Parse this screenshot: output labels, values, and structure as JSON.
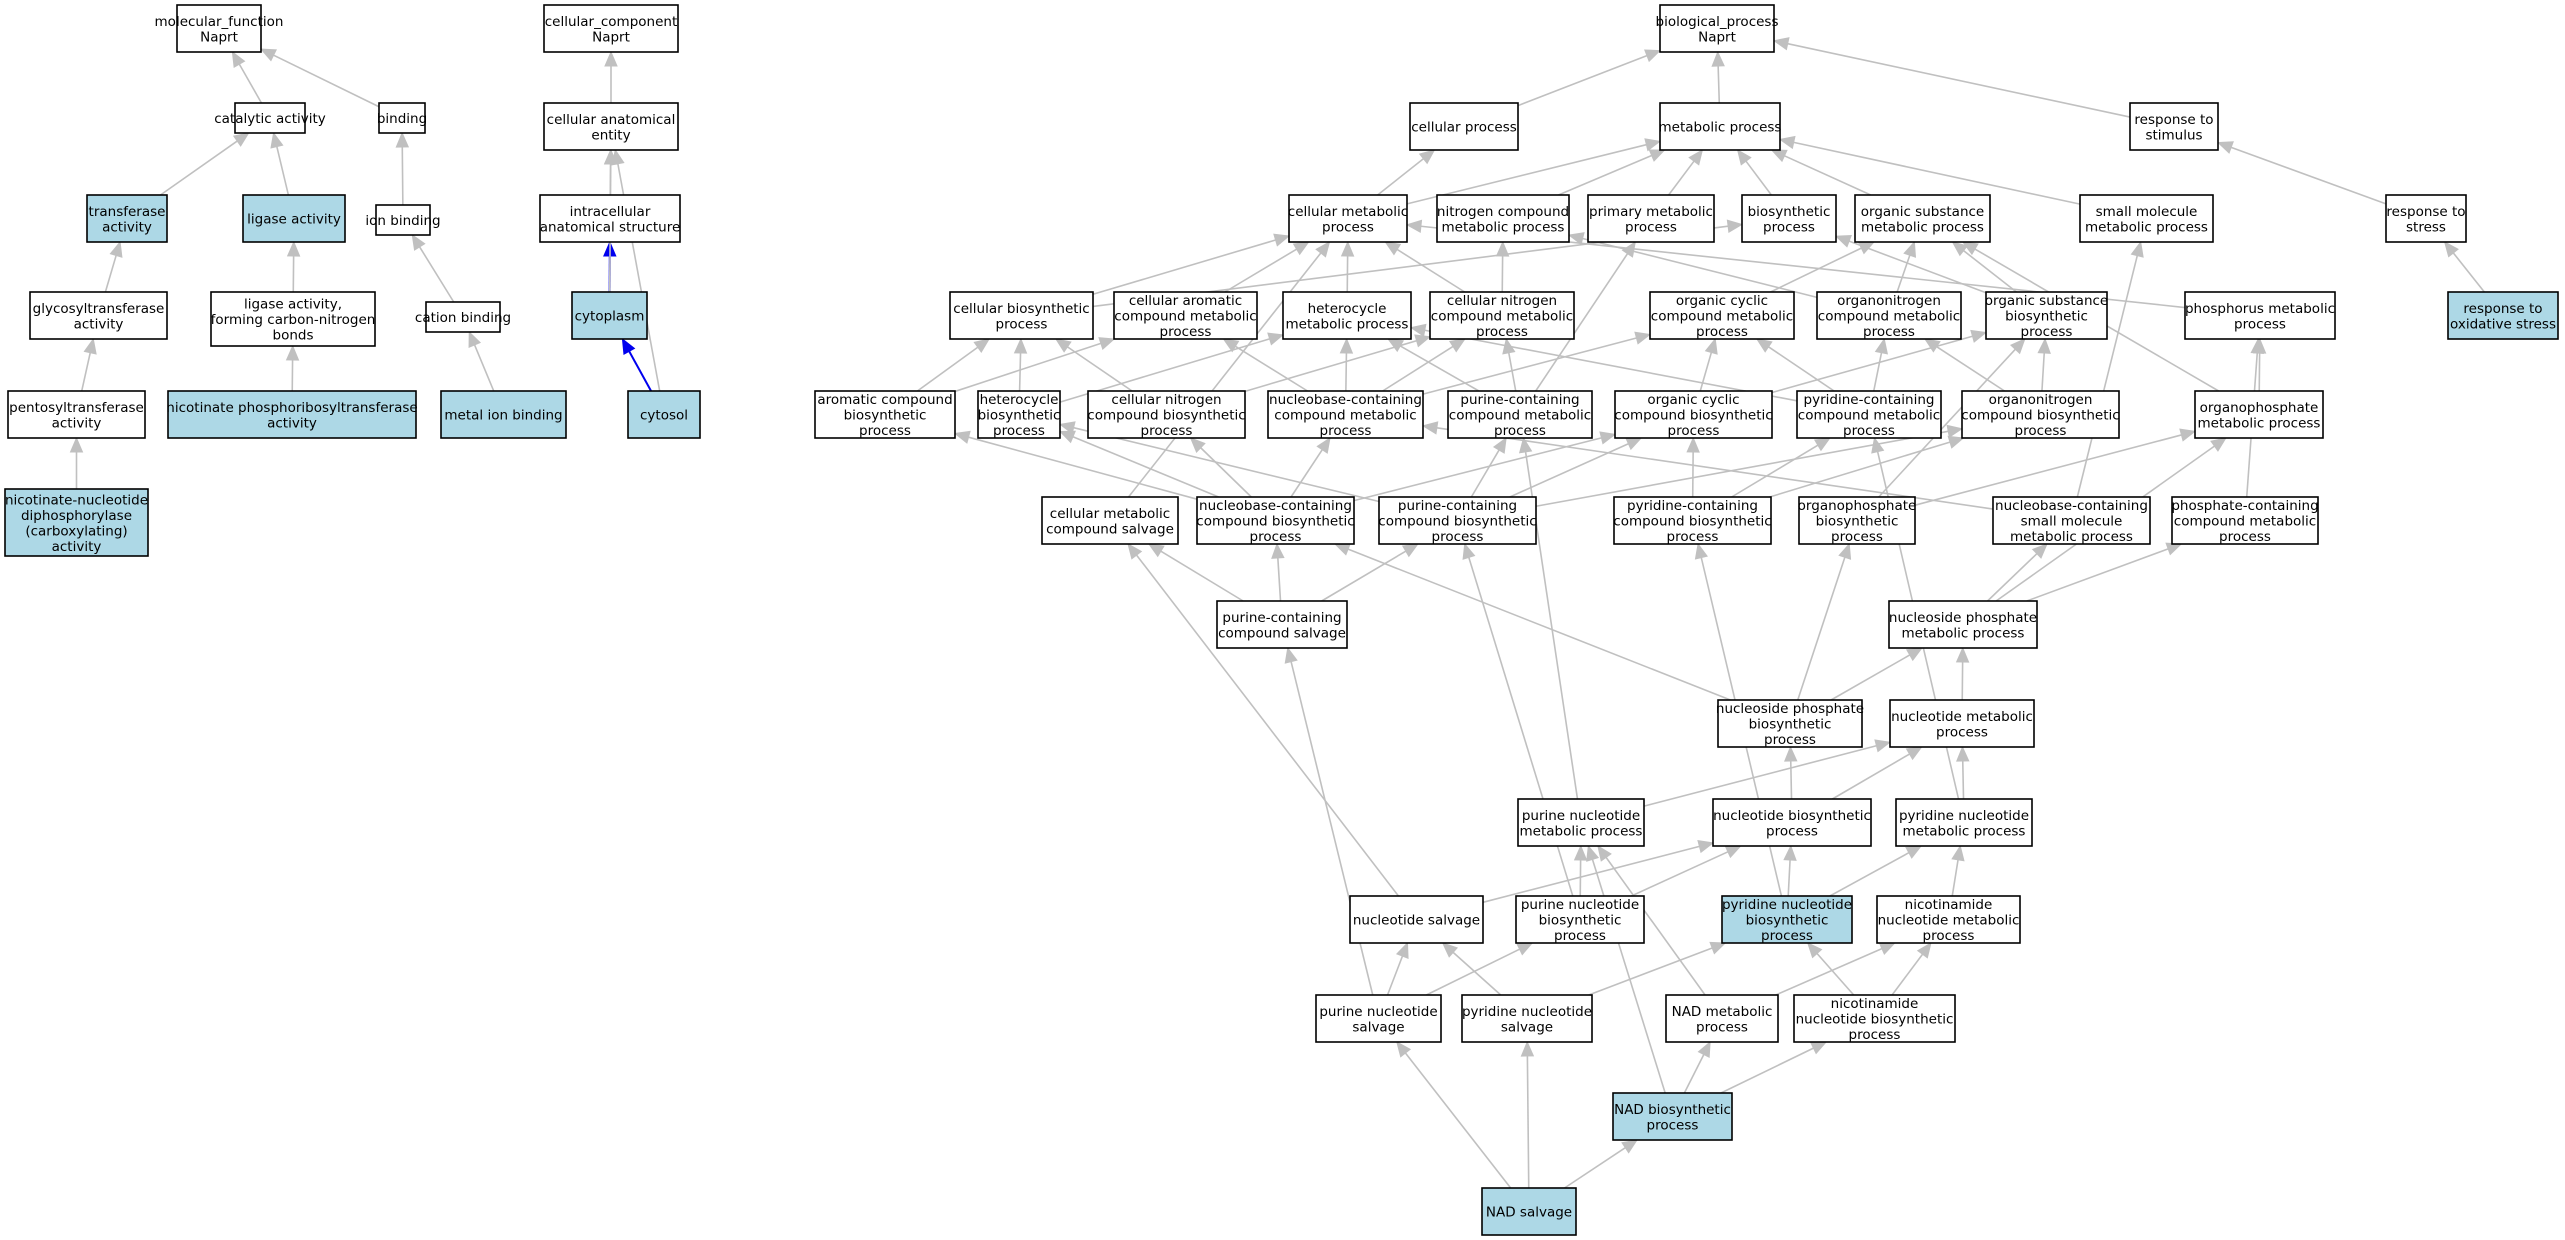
{
  "colors": {
    "highlight": "#add8e6",
    "normal": "#ffffff",
    "edge": "#c0c0c0",
    "part_of_edge": "#0000ee"
  },
  "nodes": {
    "mf_root": [
      "molecular_function",
      "Naprt"
    ],
    "catalytic": [
      "catalytic activity"
    ],
    "binding": [
      "binding"
    ],
    "transferase": [
      "transferase",
      "activity"
    ],
    "ligase": [
      "ligase activity"
    ],
    "ion_binding": [
      "ion binding"
    ],
    "glycosyl": [
      "glycosyltransferase",
      "activity"
    ],
    "ligase_cn": [
      "ligase activity,",
      "forming carbon-nitrogen",
      "bonds"
    ],
    "cation_binding": [
      "cation binding"
    ],
    "pentosyl": [
      "pentosyltransferase",
      "activity"
    ],
    "naprt_activity": [
      "nicotinate phosphoribosyltransferase",
      "activity"
    ],
    "metal_ion": [
      "metal ion binding"
    ],
    "nndp": [
      "nicotinate-nucleotide",
      "diphosphorylase",
      "(carboxylating)",
      "activity"
    ],
    "cc_root": [
      "cellular_component",
      "Naprt"
    ],
    "cell_anat": [
      "cellular anatomical",
      "entity"
    ],
    "intracell": [
      "intracellular",
      "anatomical structure"
    ],
    "cytoplasm": [
      "cytoplasm"
    ],
    "cytosol": [
      "cytosol"
    ],
    "bp_root": [
      "biological_process",
      "Naprt"
    ],
    "cellular_process": [
      "cellular process"
    ],
    "metabolic_process": [
      "metabolic process"
    ],
    "resp_stim": [
      "response to",
      "stimulus"
    ],
    "cell_met": [
      "cellular metabolic",
      "process"
    ],
    "nitrogen_cmp": [
      "nitrogen compound",
      "metabolic process"
    ],
    "primary_met": [
      "primary metabolic",
      "process"
    ],
    "biosynth": [
      "biosynthetic",
      "process"
    ],
    "org_sub_met": [
      "organic substance",
      "metabolic process"
    ],
    "small_mol": [
      "small molecule",
      "metabolic process"
    ],
    "resp_stress": [
      "response to",
      "stress"
    ],
    "cell_biosyn": [
      "cellular biosynthetic",
      "process"
    ],
    "cell_arom": [
      "cellular aromatic",
      "compound metabolic",
      "process"
    ],
    "hetero_met": [
      "heterocycle",
      "metabolic process"
    ],
    "cell_nitro": [
      "cellular nitrogen",
      "compound metabolic",
      "process"
    ],
    "org_cyc_met": [
      "organic cyclic",
      "compound metabolic",
      "process"
    ],
    "organonitro_met": [
      "organonitrogen",
      "compound metabolic",
      "process"
    ],
    "org_sub_bio": [
      "organic substance",
      "biosynthetic",
      "process"
    ],
    "phosph_met": [
      "phosphorus metabolic",
      "process"
    ],
    "resp_oxid": [
      "response to",
      "oxidative stress"
    ],
    "arom_bio": [
      "aromatic compound",
      "biosynthetic",
      "process"
    ],
    "hetero_bio": [
      "heterocycle",
      "biosynthetic",
      "process"
    ],
    "cell_nitro_bio": [
      "cellular nitrogen",
      "compound biosynthetic",
      "process"
    ],
    "nucleobase_met": [
      "nucleobase-containing",
      "compound metabolic",
      "process"
    ],
    "purine_cont_met": [
      "purine-containing",
      "compound metabolic",
      "process"
    ],
    "org_cyc_bio": [
      "organic cyclic",
      "compound biosynthetic",
      "process"
    ],
    "pyr_cont_met": [
      "pyridine-containing",
      "compound metabolic",
      "process"
    ],
    "organonitro_bio": [
      "organonitrogen",
      "compound biosynthetic",
      "process"
    ],
    "organophos_met": [
      "organophosphate",
      "metabolic process"
    ],
    "cell_met_salv": [
      "cellular metabolic",
      "compound salvage"
    ],
    "nucleobase_bio": [
      "nucleobase-containing",
      "compound biosynthetic",
      "process"
    ],
    "purine_cont_bio": [
      "purine-containing",
      "compound biosynthetic",
      "process"
    ],
    "pyr_cont_bio": [
      "pyridine-containing",
      "compound biosynthetic",
      "process"
    ],
    "organophos_bio": [
      "organophosphate",
      "biosynthetic",
      "process"
    ],
    "nb_small_mol": [
      "nucleobase-containing",
      "small molecule",
      "metabolic process"
    ],
    "phos_cont_met": [
      "phosphate-containing",
      "compound metabolic",
      "process"
    ],
    "purine_salv": [
      "purine-containing",
      "compound salvage"
    ],
    "nucside_phos_met": [
      "nucleoside phosphate",
      "metabolic process"
    ],
    "nucside_phos_bio": [
      "nucleoside phosphate",
      "biosynthetic",
      "process"
    ],
    "nucleotide_met": [
      "nucleotide metabolic",
      "process"
    ],
    "purine_nuc_met": [
      "purine nucleotide",
      "metabolic process"
    ],
    "nucleotide_bio": [
      "nucleotide biosynthetic",
      "process"
    ],
    "pyr_nuc_met": [
      "pyridine nucleotide",
      "metabolic process"
    ],
    "nuc_salv": [
      "nucleotide salvage"
    ],
    "purine_nuc_bio": [
      "purine nucleotide",
      "biosynthetic",
      "process"
    ],
    "pyr_nuc_bio": [
      "pyridine nucleotide",
      "biosynthetic",
      "process"
    ],
    "nicotin_met": [
      "nicotinamide",
      "nucleotide metabolic",
      "process"
    ],
    "purine_nuc_salv": [
      "purine nucleotide",
      "salvage"
    ],
    "pyr_nuc_salv": [
      "pyridine nucleotide",
      "salvage"
    ],
    "nad_met": [
      "NAD metabolic",
      "process"
    ],
    "nicotin_bio": [
      "nicotinamide",
      "nucleotide biosynthetic",
      "process"
    ],
    "nad_bio": [
      "NAD biosynthetic",
      "process"
    ],
    "nad_salv": [
      "NAD salvage"
    ]
  }
}
